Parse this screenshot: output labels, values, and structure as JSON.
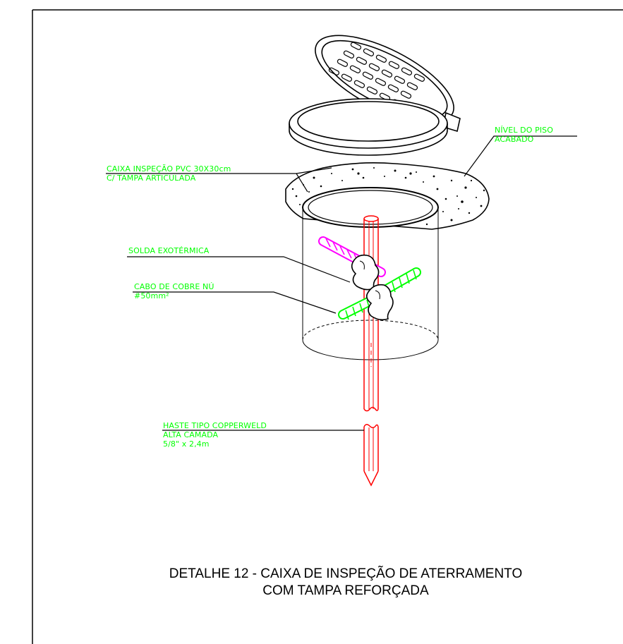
{
  "labels": {
    "floor_level_1": "NÍVEL DO PISO",
    "floor_level_2": "ACABADO",
    "box_1": "CAIXA INSPEÇÃO PVC 30X30cm",
    "box_2": "C/ TAMPA ARTICULADA",
    "weld": "SOLDA EXOTÉRMICA",
    "cable_1": "CABO DE COBRE NÚ",
    "cable_2": "#50mm²",
    "rod_1": "HASTE TIPO COPPERWELD",
    "rod_2": "ALTA CAMADA",
    "rod_3": "5/8\" x 2,4m"
  },
  "title": {
    "line1": "DETALHE 12 - CAIXA DE INSPEÇÃO DE ATERRAMENTO",
    "line2": "COM TAMPA REFORÇADA"
  },
  "colors": {
    "label_text": "#00ff00",
    "rod": "#ff0000",
    "cable": "#00ff00",
    "cable_pink": "#ff00ff",
    "line": "#000000"
  }
}
